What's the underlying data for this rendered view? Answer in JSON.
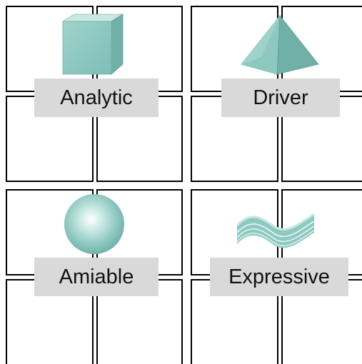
{
  "colors": {
    "background": "#ffffff",
    "grid_line": "#000000",
    "label_bg": "#d9d9d9",
    "label_text": "#111111",
    "shape_fill": "#8ec9c0",
    "shape_light": "#c9e8e2",
    "shape_dark": "#6fb0a7"
  },
  "quadrants": [
    {
      "label": "Analytic",
      "icon": "cube-icon"
    },
    {
      "label": "Driver",
      "icon": "pyramid-icon"
    },
    {
      "label": "Amiable",
      "icon": "sphere-icon"
    },
    {
      "label": "Expressive",
      "icon": "wave-icon"
    }
  ]
}
